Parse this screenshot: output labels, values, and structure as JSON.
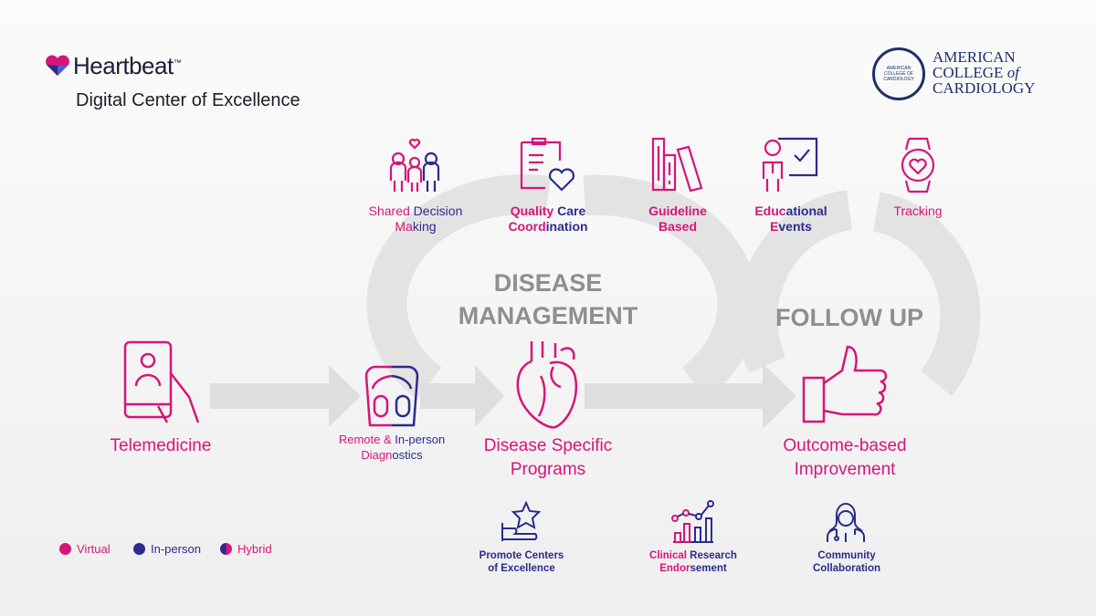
{
  "colors": {
    "magenta": "#d6157a",
    "navy": "#2b2b8c",
    "gray": "#8f8f8f"
  },
  "brand": {
    "name": "Heartbeat",
    "tm": "™",
    "subtitle": "Digital Center of Excellence"
  },
  "acc": {
    "line1": "AMERICAN",
    "line2": "COLLEGE",
    "of": "of",
    "line3": "CARDIOLOGY",
    "seal_text": "AMERICAN COLLEGE OF CARDIOLOGY"
  },
  "headings": {
    "disease1": "DISEASE",
    "disease2": "MANAGEMENT",
    "follow": "FOLLOW UP"
  },
  "top_items": [
    {
      "icon": "family-heart-icon",
      "lines": [
        [
          {
            "t": "Shared ",
            "c": "m"
          },
          {
            "t": "Decision",
            "c": "n"
          }
        ],
        [
          {
            "t": "Ma",
            "c": "m"
          },
          {
            "t": "king",
            "c": "n"
          }
        ]
      ]
    },
    {
      "icon": "clipboard-heart-icon",
      "lines": [
        [
          {
            "t": "Quality ",
            "c": "m"
          },
          {
            "t": "Care",
            "c": "n"
          }
        ],
        [
          {
            "t": "Coord",
            "c": "m"
          },
          {
            "t": "ination",
            "c": "n"
          }
        ]
      ]
    },
    {
      "icon": "books-icon",
      "lines": [
        [
          {
            "t": "Guideline",
            "c": "m"
          }
        ],
        [
          {
            "t": "Based",
            "c": "m"
          }
        ]
      ]
    },
    {
      "icon": "teacher-board-icon",
      "lines": [
        [
          {
            "t": "Educ",
            "c": "m"
          },
          {
            "t": "ational",
            "c": "n"
          }
        ],
        [
          {
            "t": "E",
            "c": "m"
          },
          {
            "t": "vents",
            "c": "n"
          }
        ]
      ]
    },
    {
      "icon": "smartwatch-heart-icon",
      "lines": [
        [
          {
            "t": "Tracking",
            "c": "m"
          }
        ]
      ]
    }
  ],
  "flow": {
    "telemedicine": "Telemedicine",
    "diagnostics": [
      [
        {
          "t": "Remote & ",
          "c": "m"
        },
        {
          "t": "In-person",
          "c": "n"
        }
      ],
      [
        {
          "t": "Diagn",
          "c": "m"
        },
        {
          "t": "ostics",
          "c": "n"
        }
      ]
    ],
    "disease1": "Disease Specific",
    "disease2": "Programs",
    "outcome1": "Outcome-based",
    "outcome2": "Improvement"
  },
  "bottom_items": [
    {
      "icon": "hand-star-icon",
      "lines": [
        [
          {
            "t": "Promote Centers",
            "c": "n"
          }
        ],
        [
          {
            "t": "of Excellence",
            "c": "n"
          }
        ]
      ]
    },
    {
      "icon": "bar-chart-growth-icon",
      "lines": [
        [
          {
            "t": "Clinical ",
            "c": "m"
          },
          {
            "t": "Research",
            "c": "n"
          }
        ],
        [
          {
            "t": "Endor",
            "c": "m"
          },
          {
            "t": "sement",
            "c": "n"
          }
        ]
      ]
    },
    {
      "icon": "doctor-icon",
      "lines": [
        [
          {
            "t": "Community",
            "c": "n"
          }
        ],
        [
          {
            "t": "Collaboration",
            "c": "n"
          }
        ]
      ]
    }
  ],
  "legend": [
    {
      "label": "Virtual",
      "type": "virtual"
    },
    {
      "label": "In-person",
      "type": "inperson"
    },
    {
      "label": "Hybrid",
      "type": "hybrid"
    }
  ]
}
